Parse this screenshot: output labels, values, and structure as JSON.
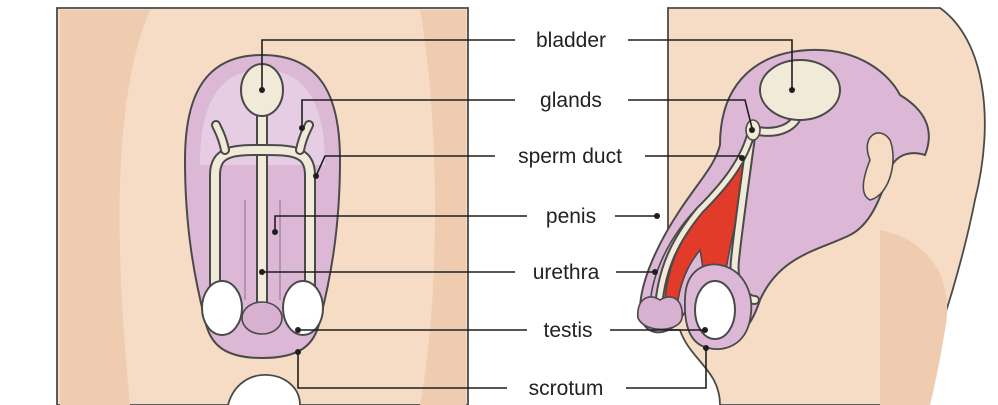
{
  "labels": {
    "bladder": "bladder",
    "glands": "glands",
    "sperm_duct": "sperm duct",
    "penis": "penis",
    "urethra": "urethra",
    "testis": "testis",
    "scrotum": "scrotum"
  },
  "colors": {
    "skin": "#f6dcc4",
    "skin_shade": "#efccb0",
    "tissue": "#dcb8d6",
    "tissue_light": "#ead2e6",
    "organ": "#f1ead8",
    "erectile": "#e23b2a",
    "outline": "#4a4a4a"
  }
}
